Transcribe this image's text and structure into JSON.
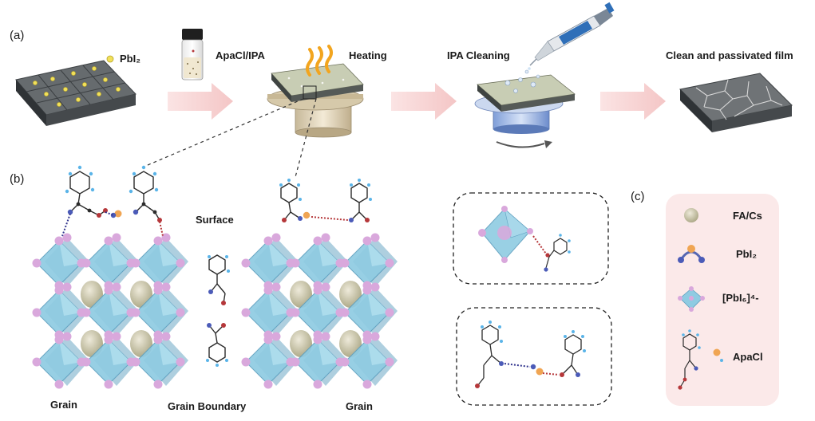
{
  "panels": {
    "a": "(a)",
    "b": "(b)",
    "c": "(c)"
  },
  "steps": {
    "pbi2": "PbI₂",
    "apacl_ipa": "ApaCl/IPA",
    "heating": "Heating",
    "ipa_cleaning": "IPA Cleaning",
    "final_film": "Clean and passivated film"
  },
  "structure_labels": {
    "surface": "Surface",
    "grain_left": "Grain",
    "grain_boundary": "Grain Boundary",
    "grain_right": "Grain"
  },
  "legend": [
    {
      "key": "fa_cs",
      "label": "FA/Cs"
    },
    {
      "key": "pbi2",
      "label": "PbI₂"
    },
    {
      "key": "pbi6",
      "label": "[PbI₆]⁴-"
    },
    {
      "key": "apacl",
      "label": "ApaCl"
    }
  ],
  "colors": {
    "octahedron": "#8fcbe2",
    "octahedron_edge": "#5e9fbf",
    "iodide": "#d9a8dc",
    "cation": "#c9c6a6",
    "lead": "#f0a553",
    "nitrogen": "#4b5bb8",
    "oxygen": "#b5373a",
    "carbon": "#2b2b2b",
    "hydrogen": "#5ab4e8",
    "arrow": "#f6d3d3",
    "legend_bg": "#fbe9e9",
    "film_top": "#5a5f62",
    "coated_top": "#c8cdb4"
  }
}
